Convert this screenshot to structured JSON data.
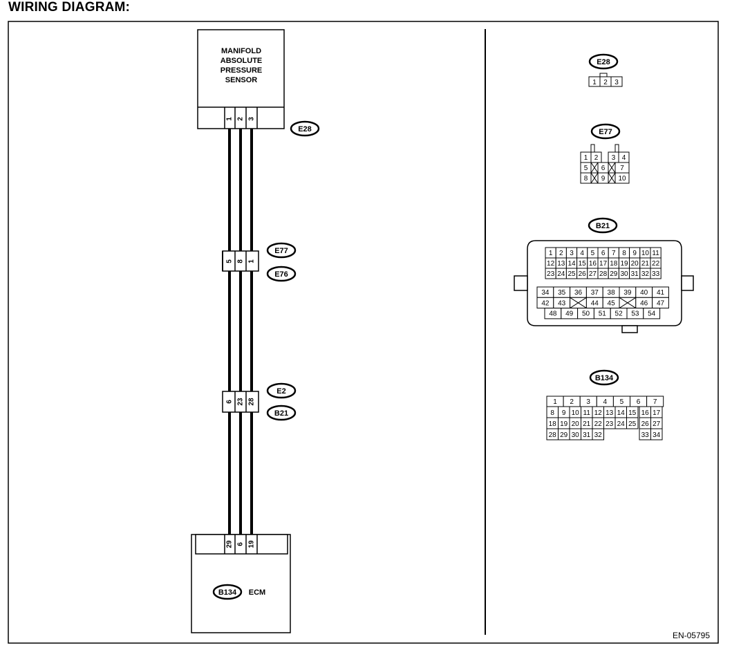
{
  "title": "WIRING DIAGRAM:",
  "diagram_code": "EN-05795",
  "sensor": {
    "label_lines": [
      "MANIFOLD",
      "ABSOLUTE",
      "PRESSURE",
      "SENSOR"
    ],
    "connector": "E28",
    "pins": [
      "1",
      "2",
      "3"
    ]
  },
  "mid_connector": {
    "top": "E77",
    "bottom": "E76",
    "pins": [
      "5",
      "8",
      "1"
    ]
  },
  "lower_connector": {
    "top": "E2",
    "bottom": "B21",
    "pins": [
      "6",
      "23",
      "28"
    ]
  },
  "ecm": {
    "connector": "B134",
    "label": "ECM",
    "pins": [
      "29",
      "6",
      "19"
    ]
  },
  "connector_views": {
    "E28": {
      "label": "E28",
      "rows": [
        [
          "1",
          "2",
          "3"
        ]
      ]
    },
    "E77": {
      "label": "E77",
      "rows": [
        [
          "1",
          "2",
          "",
          "3",
          "4"
        ],
        [
          "5",
          "X",
          "6",
          "X",
          "7"
        ],
        [
          "8",
          "X",
          "9",
          "X",
          "10"
        ]
      ]
    },
    "B21": {
      "label": "B21",
      "upper": [
        [
          "1",
          "2",
          "3",
          "4",
          "5",
          "6",
          "7",
          "8",
          "9",
          "10",
          "11"
        ],
        [
          "12",
          "13",
          "14",
          "15",
          "16",
          "17",
          "18",
          "19",
          "20",
          "21",
          "22"
        ],
        [
          "23",
          "24",
          "25",
          "26",
          "27",
          "28",
          "29",
          "30",
          "31",
          "32",
          "33"
        ]
      ],
      "lower": [
        [
          "34",
          "35",
          "36",
          "37",
          "38",
          "39",
          "40",
          "41"
        ],
        [
          "42",
          "43",
          "X",
          "44",
          "45",
          "X",
          "46",
          "47"
        ],
        [
          "48",
          "49",
          "50",
          "51",
          "52",
          "53",
          "54"
        ]
      ]
    },
    "B134": {
      "label": "B134",
      "top": [
        "1",
        "2",
        "3",
        "4",
        "5",
        "6",
        "7"
      ],
      "left": [
        [
          "8",
          "9",
          "10",
          "11",
          "12",
          "13",
          "14",
          "15"
        ],
        [
          "18",
          "19",
          "20",
          "21",
          "22",
          "23",
          "24",
          "25"
        ],
        [
          "28",
          "29",
          "30",
          "31",
          "32"
        ]
      ],
      "right": [
        [
          "16",
          "17"
        ],
        [
          "26",
          "27"
        ],
        [
          "33",
          "34"
        ]
      ]
    }
  }
}
